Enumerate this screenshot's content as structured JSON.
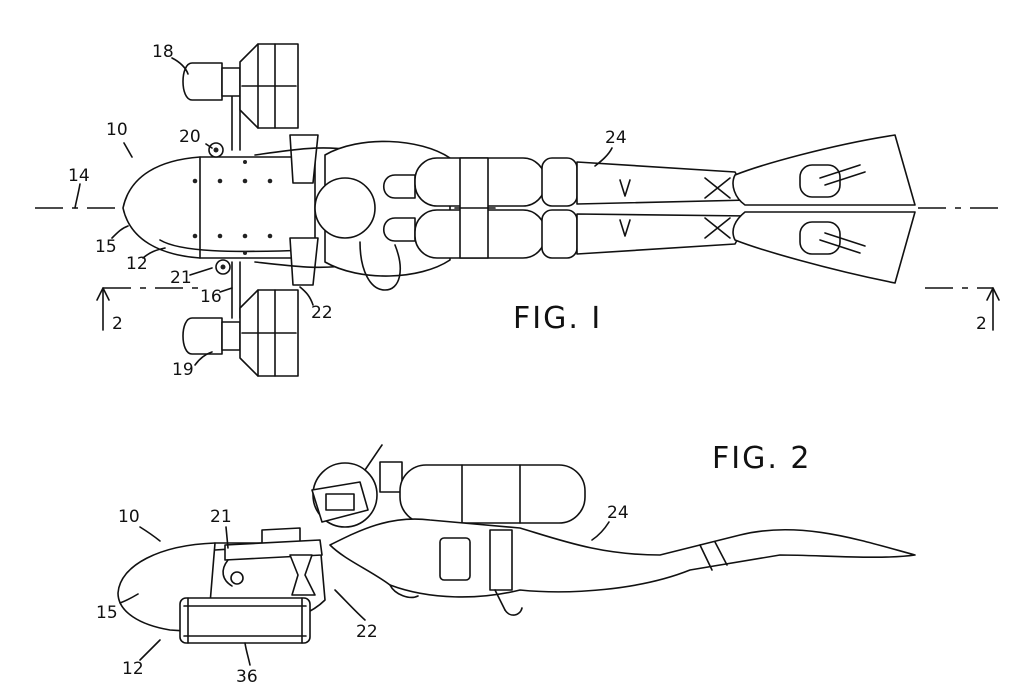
{
  "figures": {
    "fig1": {
      "label": "FIG. I"
    },
    "fig2": {
      "label": "FIG. 2"
    }
  },
  "section_marks": {
    "left": "2",
    "right": "2"
  },
  "fig1_refs": {
    "r18": "18",
    "r10": "10",
    "r20": "20",
    "r14": "14",
    "r15": "15",
    "r12": "12",
    "r21": "21",
    "r16": "16",
    "r22": "22",
    "r19": "19",
    "r24": "24"
  },
  "fig2_refs": {
    "r10": "10",
    "r21": "21",
    "r24": "24",
    "r15": "15",
    "r22": "22",
    "r12": "12",
    "r36": "36"
  }
}
